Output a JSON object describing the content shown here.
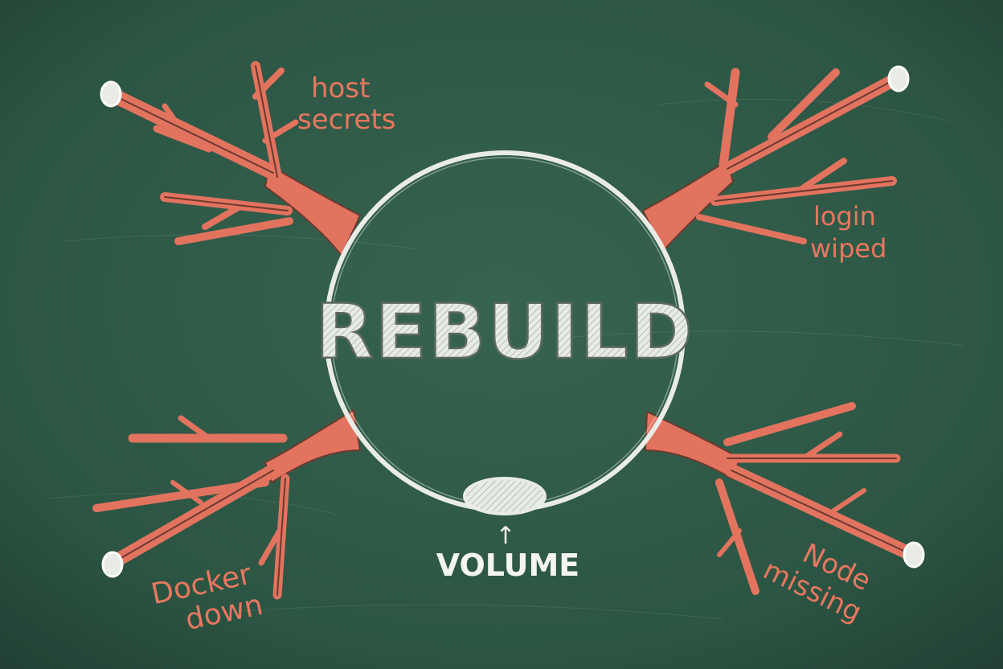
{
  "board": {
    "background": "#2f5a47",
    "chalk_color": "#e9ece6",
    "branch_color": "#e2735f",
    "branch_dark": "#6b3a2e"
  },
  "center": {
    "label": "REBUILD"
  },
  "volume": {
    "label": "VOLUME",
    "arrow": "↑"
  },
  "branches": [
    {
      "id": "top-left",
      "label_lines": [
        "host",
        "secrets"
      ]
    },
    {
      "id": "top-right",
      "label_lines": [
        "login",
        "wiped"
      ]
    },
    {
      "id": "bottom-left",
      "label_lines": [
        "Docker",
        "down"
      ]
    },
    {
      "id": "bottom-right",
      "label_lines": [
        "Node",
        "missing"
      ]
    }
  ]
}
